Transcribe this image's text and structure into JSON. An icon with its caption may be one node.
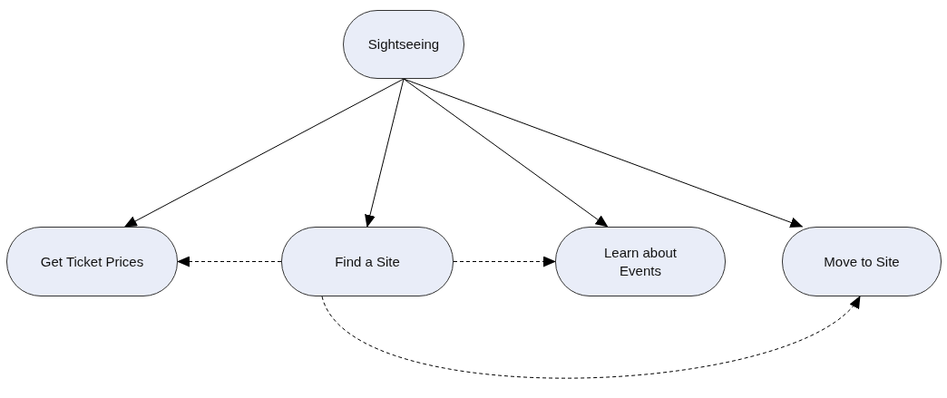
{
  "diagram": {
    "nodes": [
      {
        "text": [
          "Sightseeing"
        ]
      },
      {
        "text": [
          "Get Ticket Prices"
        ]
      },
      {
        "text": [
          "Find a Site"
        ]
      },
      {
        "text": [
          "Learn about Events"
        ]
      },
      {
        "text": [
          "Move to Site"
        ]
      }
    ],
    "edges": [
      {
        "from": 0,
        "to": 1,
        "arrow": "to"
      },
      {
        "from": 0,
        "to": 2,
        "arrow": "to"
      },
      {
        "from": 0,
        "to": 3,
        "arrow": "to"
      },
      {
        "from": 0,
        "to": 4,
        "arrow": "to"
      },
      {
        "from": 2,
        "to": 1,
        "arrow": "to",
        "style": "dashed"
      },
      {
        "from": 2,
        "to": 3,
        "arrow": "to",
        "style": "dashed"
      },
      {
        "from": 2,
        "to": 4,
        "arrow": "to",
        "style": "dashed"
      }
    ]
  }
}
